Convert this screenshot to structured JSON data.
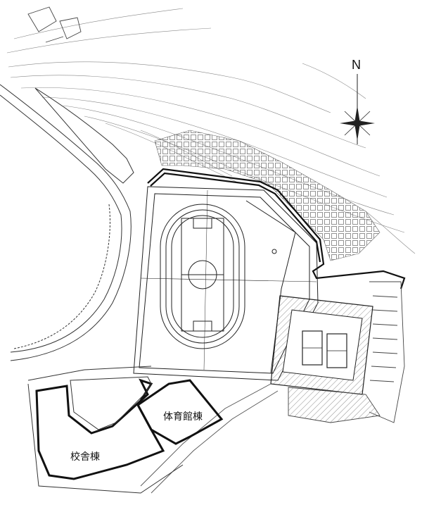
{
  "map": {
    "north_label": "N",
    "buildings": {
      "gym": "体育館棟",
      "school": "校舎棟"
    },
    "colors": {
      "line": "#222222",
      "hatch": "#555555",
      "background": "#ffffff"
    }
  }
}
